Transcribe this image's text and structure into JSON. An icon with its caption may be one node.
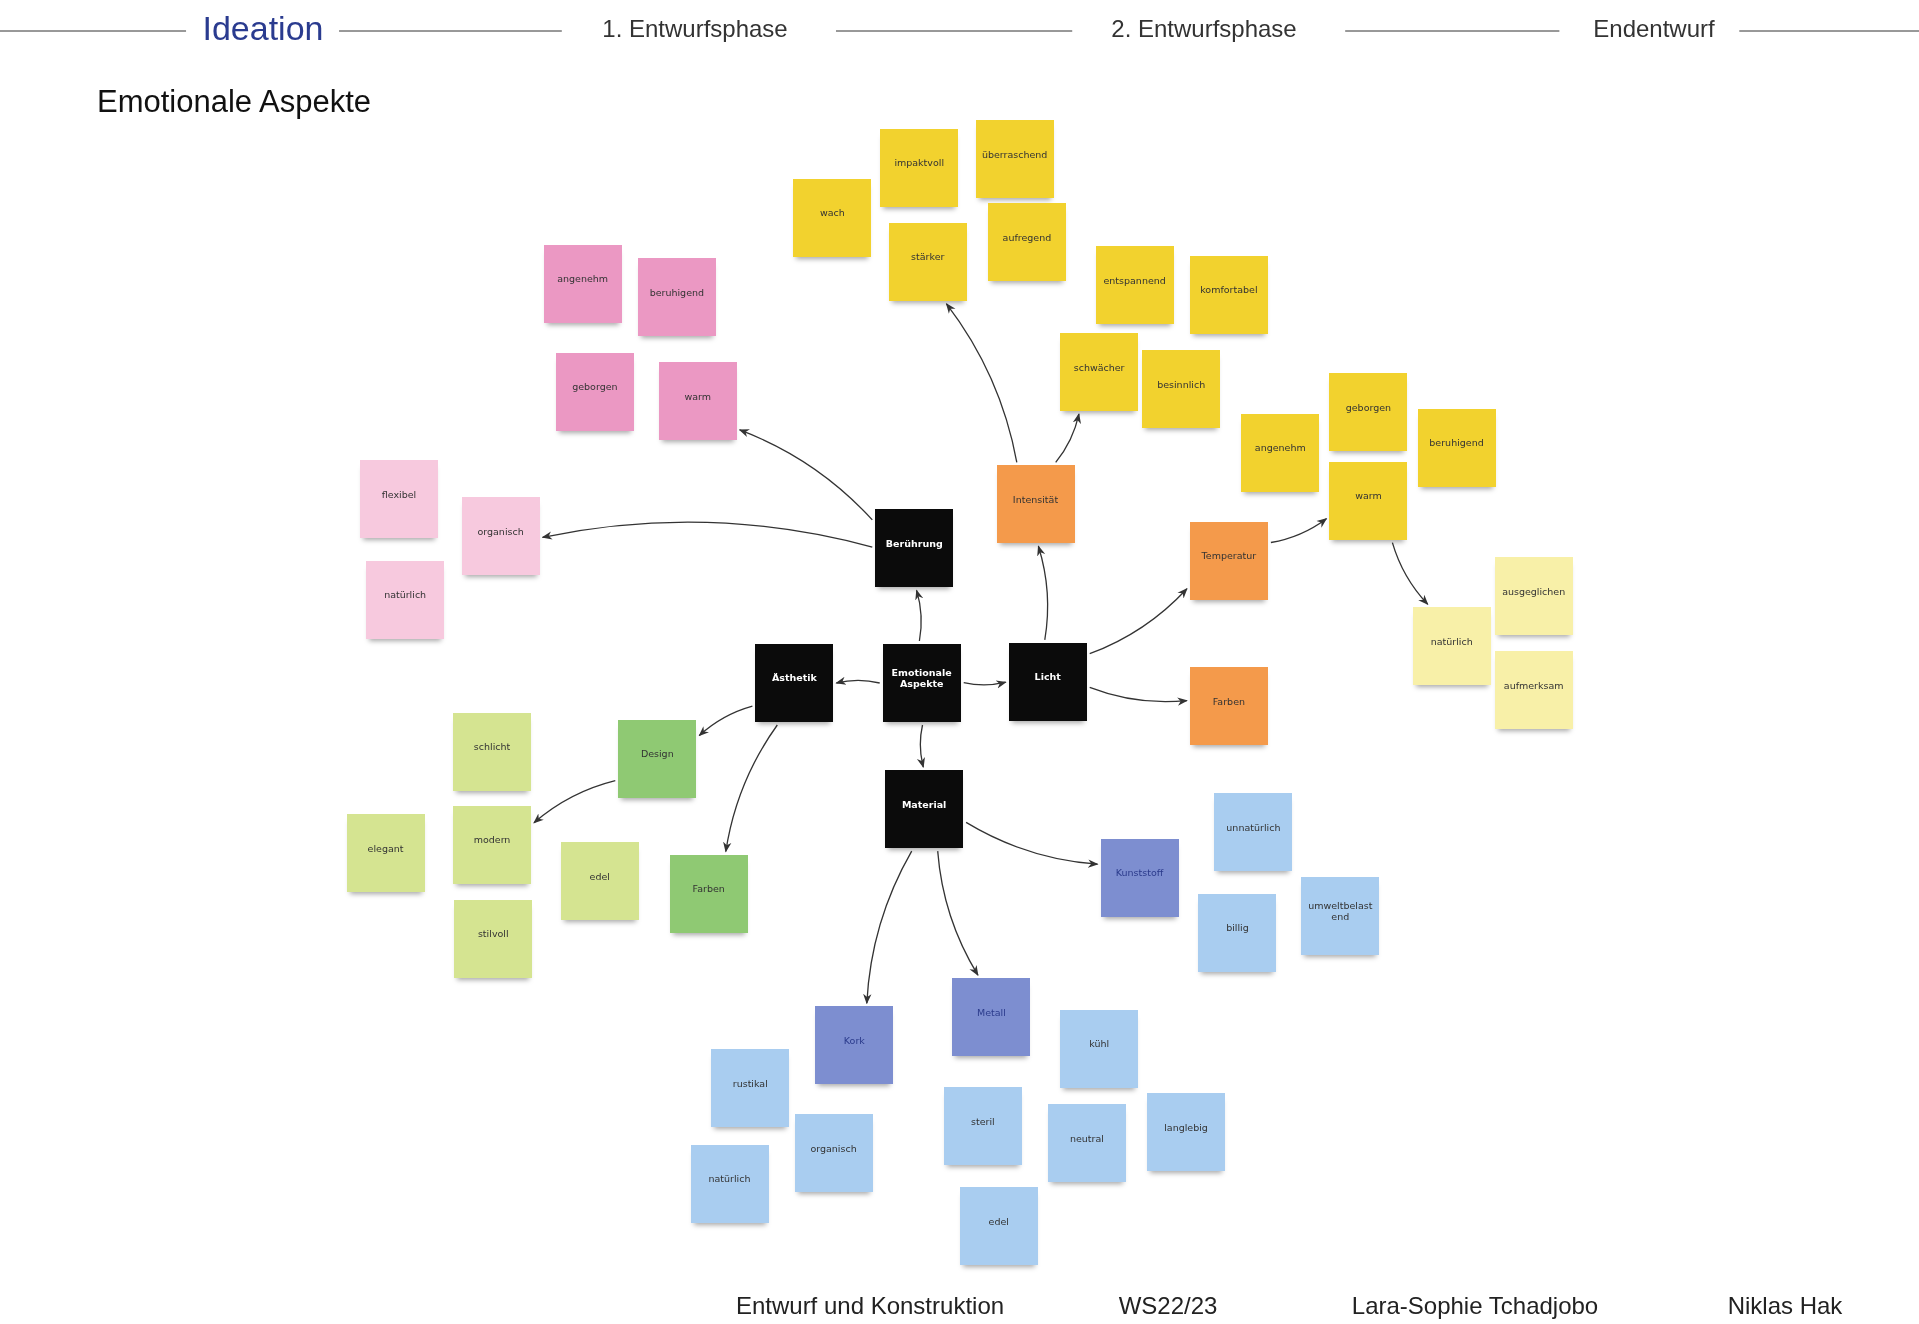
{
  "diagram": {
    "title": "Emotionale Aspekte",
    "nodes": [
      {
        "text": [
          "Emotionale Aspekte"
        ]
      },
      {
        "text": [
          "Berührung"
        ]
      },
      {
        "text": [
          "Ästhetik"
        ]
      },
      {
        "text": [
          "Licht"
        ]
      },
      {
        "text": [
          "Material"
        ]
      },
      {
        "text": [
          "angenehm"
        ]
      },
      {
        "text": [
          "beruhigend"
        ]
      },
      {
        "text": [
          "geborgen"
        ]
      },
      {
        "text": [
          "warm"
        ]
      },
      {
        "text": [
          "flexibel"
        ]
      },
      {
        "text": [
          "organisch"
        ]
      },
      {
        "text": [
          "natürlich"
        ]
      },
      {
        "text": [
          "Intensität"
        ]
      },
      {
        "text": [
          "wach"
        ]
      },
      {
        "text": [
          "impaktvoll"
        ]
      },
      {
        "text": [
          "überraschend"
        ]
      },
      {
        "text": [
          "stärker"
        ]
      },
      {
        "text": [
          "aufregend"
        ]
      },
      {
        "text": [
          "entspannend"
        ]
      },
      {
        "text": [
          "komfortabel"
        ]
      },
      {
        "text": [
          "schwächer"
        ]
      },
      {
        "text": [
          "besinnlich"
        ]
      },
      {
        "text": [
          "Temperatur"
        ]
      },
      {
        "text": [
          "Farben"
        ]
      },
      {
        "text": [
          "angenehm"
        ]
      },
      {
        "text": [
          "geborgen"
        ]
      },
      {
        "text": [
          "warm"
        ]
      },
      {
        "text": [
          "beruhigend"
        ]
      },
      {
        "text": [
          "natürlich"
        ]
      },
      {
        "text": [
          "ausgeglichen"
        ]
      },
      {
        "text": [
          "aufmerksam"
        ]
      },
      {
        "text": [
          "Design"
        ]
      },
      {
        "text": [
          "Farben"
        ]
      },
      {
        "text": [
          "schlicht"
        ]
      },
      {
        "text": [
          "elegant"
        ]
      },
      {
        "text": [
          "modern"
        ]
      },
      {
        "text": [
          "edel"
        ]
      },
      {
        "text": [
          "stilvoll"
        ]
      },
      {
        "text": [
          "Kunststoff"
        ]
      },
      {
        "text": [
          "unnatürlich"
        ]
      },
      {
        "text": [
          "billig"
        ]
      },
      {
        "text": [
          "umweltbelastend"
        ]
      },
      {
        "text": [
          "Kork"
        ]
      },
      {
        "text": [
          "Metall"
        ]
      },
      {
        "text": [
          "rustikal"
        ]
      },
      {
        "text": [
          "organisch"
        ]
      },
      {
        "text": [
          "natürlich"
        ]
      },
      {
        "text": [
          "kühl"
        ]
      },
      {
        "text": [
          "steril"
        ]
      },
      {
        "text": [
          "neutral"
        ]
      },
      {
        "text": [
          "langlebig"
        ]
      },
      {
        "text": [
          "edel"
        ]
      }
    ],
    "edges": [
      {
        "from": 0,
        "to": 1,
        "arrow": "to"
      },
      {
        "from": 0,
        "to": 2,
        "arrow": "to"
      },
      {
        "from": 0,
        "to": 3,
        "arrow": "to"
      },
      {
        "from": 0,
        "to": 4,
        "arrow": "to"
      },
      {
        "from": 1,
        "to": 8,
        "arrow": "to"
      },
      {
        "from": 1,
        "to": 10,
        "arrow": "to"
      },
      {
        "from": 3,
        "to": 12,
        "arrow": "to"
      },
      {
        "from": 3,
        "to": 22,
        "arrow": "to"
      },
      {
        "from": 3,
        "to": 23,
        "arrow": "to"
      },
      {
        "from": 12,
        "to": 16,
        "arrow": "to"
      },
      {
        "from": 12,
        "to": 20,
        "arrow": "to"
      },
      {
        "from": 22,
        "to": 26,
        "arrow": "to"
      },
      {
        "from": 26,
        "to": 28,
        "arrow": "to"
      },
      {
        "from": 2,
        "to": 31,
        "arrow": "to"
      },
      {
        "from": 2,
        "to": 32,
        "arrow": "to"
      },
      {
        "from": 31,
        "to": 35,
        "arrow": "to"
      },
      {
        "from": 4,
        "to": 42,
        "arrow": "to"
      },
      {
        "from": 4,
        "to": 43,
        "arrow": "to"
      },
      {
        "from": 4,
        "to": 38,
        "arrow": "to"
      }
    ],
    "labels": [
      "Ideation",
      "1. Entwurfsphase",
      "2. Entwurfsphase",
      "Endentwurf",
      "Entwurf und Konstruktion",
      "WS22/23",
      "Lara-Sophie Tchadjobo",
      "Niklas Hak"
    ]
  }
}
